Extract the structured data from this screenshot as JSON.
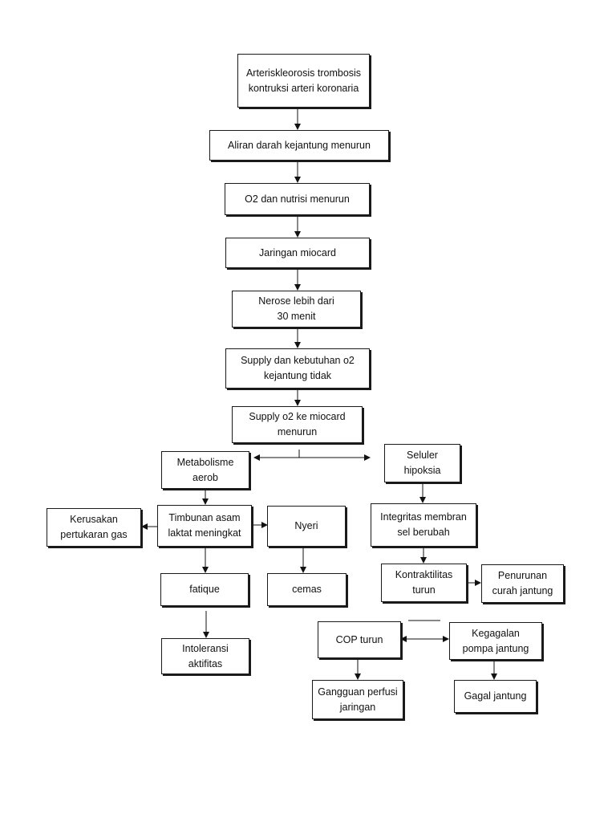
{
  "diagram": {
    "nodes": {
      "arteri": "Arteriskleorosis trombosis kontruksi arteri koronaria",
      "aliran": "Aliran darah kejantung menurun",
      "o2nutrisi": "O2 dan nutrisi menurun",
      "jaringan": "Jaringan miocard",
      "nerose": "Nerose lebih dari 30 menit",
      "supplykebutuhan": "Supply dan kebutuhan o2 kejantung tidak",
      "supplymenurun": "Supply o2 ke miocard menurun",
      "metabolisme": "Metabolisme aerob",
      "seluler": "Seluler hipoksia",
      "kerusakan": "Kerusakan pertukaran gas",
      "timbunan": "Timbunan asam laktat meningkat",
      "nyeri": "Nyeri",
      "integritas": "Integritas membran sel berubah",
      "fatique": "fatique",
      "cemas": "cemas",
      "kontraktilitas": "Kontraktilitas turun",
      "penurunan": "Penurunan curah jantung",
      "intoleransi": "Intoleransi aktifitas",
      "cop": "COP turun",
      "kegagalan": "Kegagalan pompa jantung",
      "gangguan": "Gangguan perfusi jaringan",
      "gagal": "Gagal jantung"
    }
  }
}
